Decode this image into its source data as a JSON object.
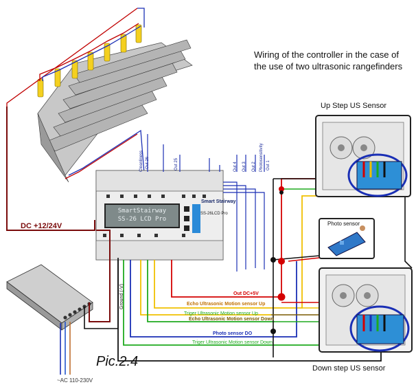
{
  "heading": {
    "line1": "Wiring of the controller in the case of",
    "line2": "the use of two ultrasonic rangefinders"
  },
  "sensors": {
    "up_label": "Up Step US Sensor",
    "down_label": "Down step US sensor",
    "photo_label": "Photo sensor"
  },
  "controller": {
    "lcd_line1": "SmartStairway",
    "lcd_line2": "SS-26 LCD Pro",
    "brand": "Smart Stairway",
    "model": "SS-26LCD Pro",
    "port_labels": [
      "Out 26",
      "Out 25",
      "Out 4",
      "Out 3",
      "Out 2",
      "Out 1"
    ],
    "side_labels": [
      "Cleanliness",
      "Photosensitivity"
    ]
  },
  "power": {
    "dc_label": "DC +12/24V",
    "ac_label": "~AC 110-230V",
    "ground_label": "Ground (-V)"
  },
  "wires": [
    {
      "label": "Out DC+5V",
      "color": "#d40000"
    },
    {
      "label": "Echo Ultrasonic Motion sensor Up",
      "color": "#c07000"
    },
    {
      "label": "Triger Ultrasonic Motion sensor Up",
      "color": "#1faa1f"
    },
    {
      "label": "Echo Ultrasonic Motion sensor Down",
      "color": "#7a5a00"
    },
    {
      "label": "Photo sensor DO",
      "color": "#1a2fb5"
    },
    {
      "label": "Triger Ultrasonic Motion sensor Down",
      "color": "#1faa1f"
    }
  ],
  "caption": "Pic.2.4",
  "colors": {
    "red": "#c00000",
    "dark_red": "#7a0b0b",
    "blue": "#1a2fb5",
    "green": "#1faa1f",
    "yellow": "#f0c000",
    "black": "#111111"
  }
}
